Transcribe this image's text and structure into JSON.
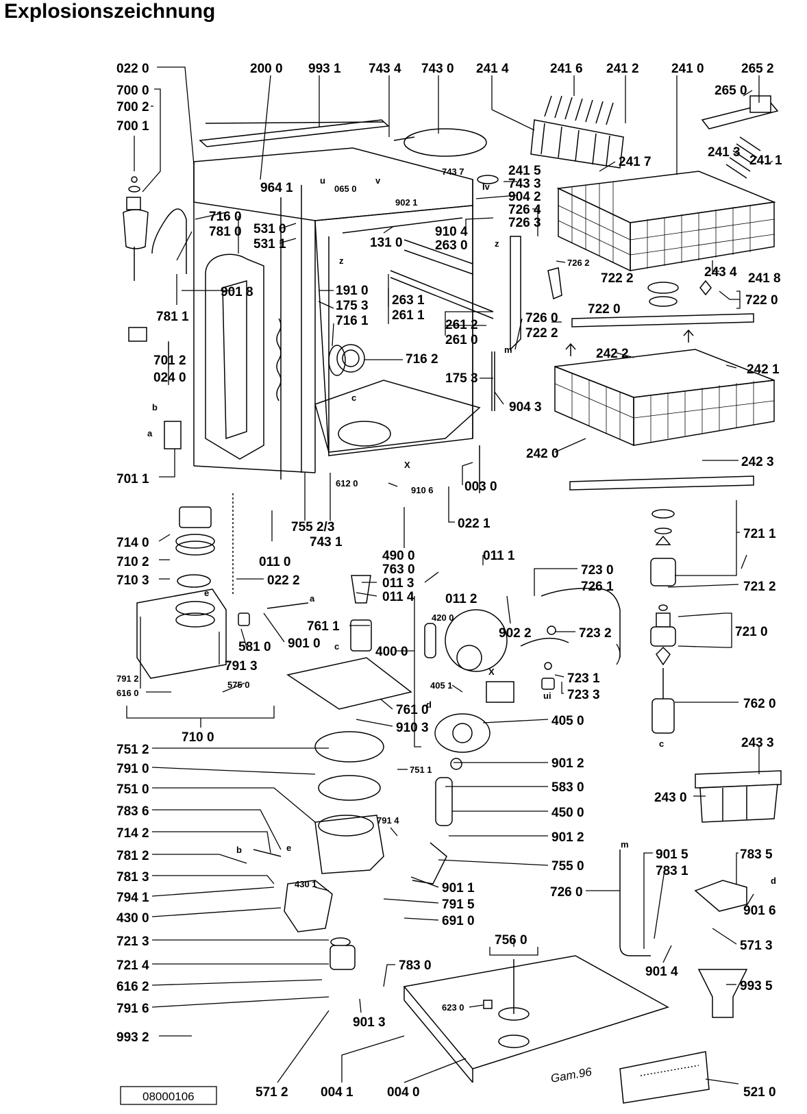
{
  "title": "Explosionszeichnung",
  "document_number": "08000106",
  "signature": "Gam.96",
  "callouts": {
    "c0220": "022 0",
    "c7000": "700 0",
    "c7002": "700 2",
    "c7001": "700 1",
    "c2000": "200 0",
    "c9931": "993 1",
    "c7434": "743 4",
    "c7430": "743 0",
    "c2414": "241 4",
    "c2416": "241 6",
    "c2412": "241 2",
    "c2410": "241 0",
    "c2652": "265 2",
    "c2650": "265 0",
    "c2417": "241 7",
    "c2413": "241 3",
    "c2411": "241 1",
    "c7437": "743 7",
    "c0650": "065 0",
    "c2415": "241 5",
    "c7433": "743 3",
    "c9042": "904 2",
    "c9641": "964 1",
    "c9021": "902 1",
    "c7264": "726 4",
    "c7263": "726 3",
    "c5310": "531 0",
    "c5311": "531 1",
    "c7160": "716 0",
    "c7810": "781 0",
    "c1310": "131 0",
    "c9104": "910 4",
    "c2630": "263 0",
    "c7262": "726 2",
    "c7222": "722 2",
    "c7220": "722 0",
    "c2434": "243 4",
    "c2418": "241 8",
    "c9018": "901 8",
    "c1910": "191 0",
    "c1753": "175 3",
    "c7161": "716 1",
    "c2631": "263 1",
    "c2611": "261 1",
    "c2612": "261 2",
    "c2610": "261 0",
    "c7260": "726 0",
    "c7811": "781 1",
    "c7012": "701 2",
    "c0240": "024 0",
    "c7162": "716 2",
    "c1753b": "175 3",
    "c9043": "904 3",
    "c2422": "242 2",
    "c2421": "242 1",
    "c2420": "242 0",
    "c2423": "242 3",
    "c7011": "701 1",
    "c6120": "612 0",
    "c9106": "910 6",
    "c0030": "003 0",
    "c0221": "022 1",
    "c7140": "714 0",
    "c7102": "710 2",
    "c7103": "710 3",
    "c0110": "011 0",
    "c0222": "022 2",
    "c7552": "755 2/3",
    "c7431": "743 1",
    "c4900": "490 0",
    "c7630": "763 0",
    "c0113": "011 3",
    "c0114": "011 4",
    "c0112": "011 2",
    "c0111": "011 1",
    "c9022": "902 2",
    "c7230": "723 0",
    "c7261": "726 1",
    "c7232": "723 2",
    "c7231": "723 1",
    "c7233": "723 3",
    "c7211": "721 1",
    "c7212": "721 2",
    "c7210": "721 0",
    "c7620": "762 0",
    "c7611": "761 1",
    "c5810": "581 0",
    "c9010": "901 0",
    "c7913": "791 3",
    "c7912": "791 2",
    "c6160": "616 0",
    "c5750": "575 0",
    "c7100": "710 0",
    "c4200": "420 0",
    "c4000": "400 0",
    "c4051": "405 1",
    "c7610": "761 0",
    "c9103": "910 3",
    "c4050": "405 0",
    "c2433": "243 3",
    "c2430": "243 0",
    "c7512": "751 2",
    "c7910": "791 0",
    "c7510": "751 0",
    "c7836": "783 6",
    "c7142": "714 2",
    "c7812": "781 2",
    "c7813": "781 3",
    "c7941": "794 1",
    "c4300": "430 0",
    "c7213": "721 3",
    "c7214": "721 4",
    "c6162": "616 2",
    "c7916": "791 6",
    "c9932": "993 2",
    "c7511": "751 1",
    "c9012": "901 2",
    "c5830": "583 0",
    "c4500": "450 0",
    "c9012b": "901 2",
    "c7550": "755 0",
    "c7914": "791 4",
    "c4301": "430 1",
    "c9011": "901 1",
    "c7915": "791 5",
    "c6910": "691 0",
    "c7830": "783 0",
    "c9013": "901 3",
    "c5712": "571 2",
    "c0041": "004 1",
    "c0040": "004 0",
    "c7560": "756 0",
    "c6230": "623 0",
    "c5210": "521 0",
    "c7260b": "726 0",
    "c9015": "901 5",
    "c7831": "783 1",
    "c7835": "783 5",
    "c9016": "901 6",
    "c5713": "571 3",
    "c9014": "901 4",
    "c9935": "993 5"
  },
  "letters": {
    "u": "u",
    "v": "v",
    "z": "z",
    "z2": "z",
    "iv": "Iv",
    "m": "m",
    "m2": "m",
    "a": "a",
    "a2": "a",
    "b": "b",
    "b2": "b",
    "c": "c",
    "c2": "c",
    "c3": "c",
    "d": "d",
    "d2": "d",
    "e": "e",
    "e2": "e",
    "x": "X",
    "x2": "X",
    "ui": "ui"
  }
}
